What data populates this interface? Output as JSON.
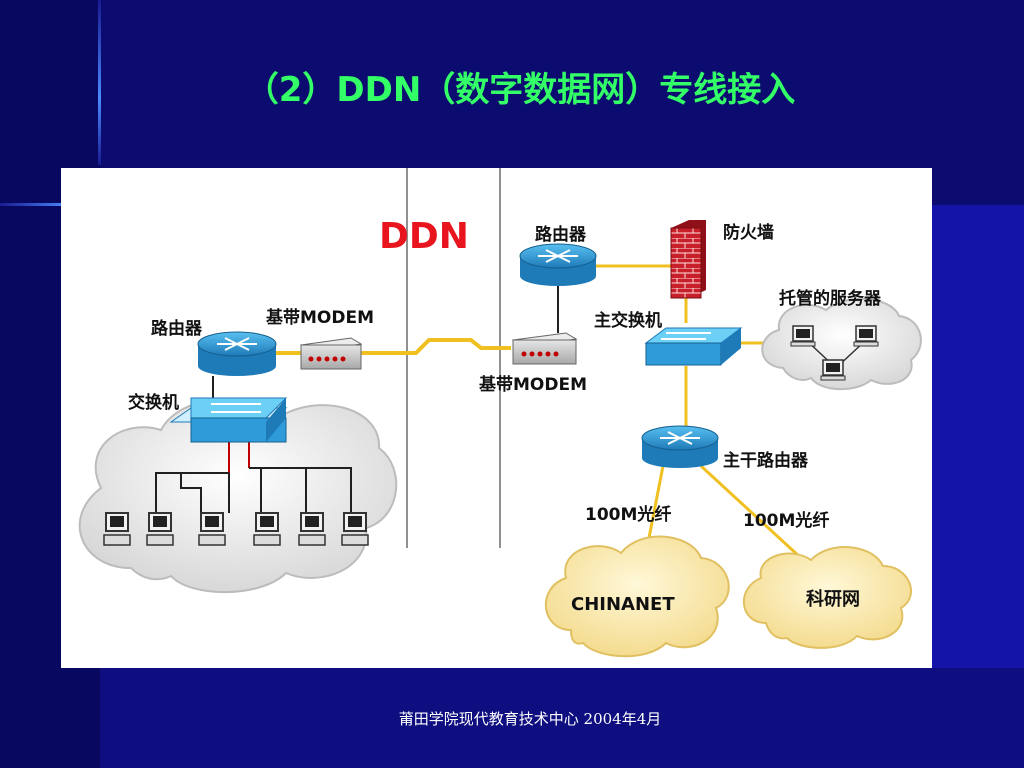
{
  "slide": {
    "title": "（2）DDN（数字数据网）专线接入",
    "footer": "莆田学院现代教育技术中心 2004年4月"
  },
  "diagram": {
    "ddn_label": "DDN",
    "left": {
      "router": "路由器",
      "modem": "基带MODEM",
      "switch": "交换机"
    },
    "right": {
      "router": "路由器",
      "firewall": "防火墙",
      "modem": "基带MODEM",
      "main_switch": "主交换机",
      "hosted_servers": "托管的服务器",
      "backbone_router": "主干路由器",
      "fiber_left": "100M光纤",
      "fiber_right": "100M光纤",
      "chinanet": "CHINANET",
      "research_net": "科研网"
    }
  },
  "colors": {
    "title": "#33ff66",
    "ddn_label": "#e8141e",
    "device_blue": "#2f9bd8",
    "cable_yellow": "#f0c020",
    "cable_red": "#c00000",
    "firewall": "#c8202a"
  }
}
